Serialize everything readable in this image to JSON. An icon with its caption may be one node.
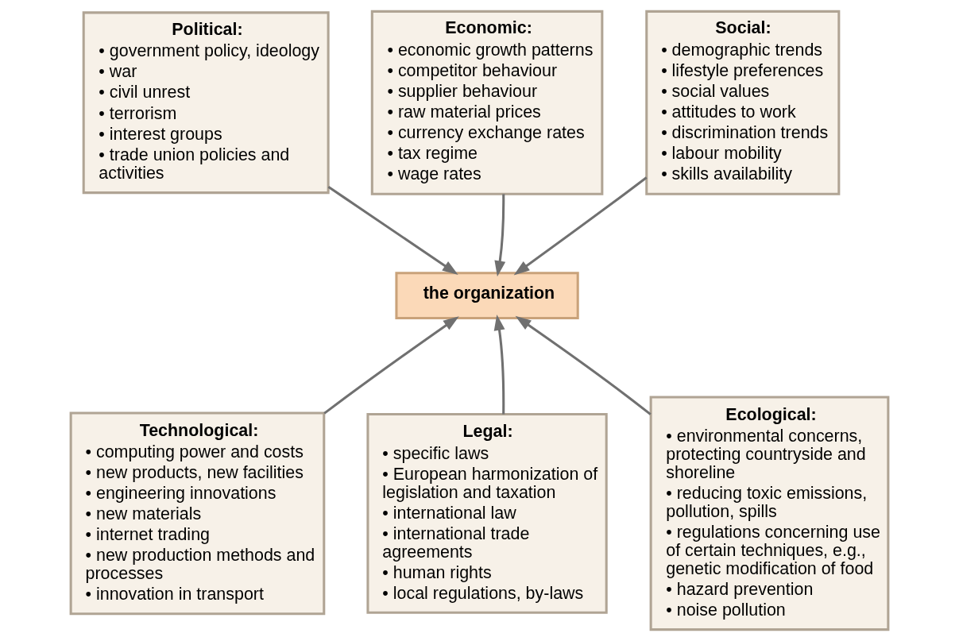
{
  "diagram": {
    "nodes": [
      {
        "text": [
          "Political:",
          "• government policy, ideology",
          "• war",
          "• civil unrest",
          "• terrorism",
          "• interest groups",
          "• trade union policies and activities"
        ]
      },
      {
        "text": [
          "Economic:",
          "• economic growth patterns",
          "• competitor behaviour",
          "• supplier behaviour",
          "• raw material prices",
          "• currency exchange rates",
          "• tax regime",
          "• wage rates"
        ]
      },
      {
        "text": [
          "Social:",
          "• demographic trends",
          "• lifestyle preferences",
          "• social values",
          "• attitudes to work",
          "• discrimination trends",
          "• labour mobility",
          "• skills availability"
        ]
      },
      {
        "text": [
          "the organization"
        ]
      },
      {
        "text": [
          "Technological:",
          "• computing power and costs",
          "• new products, new facilities",
          "• engineering innovations",
          "• new materials",
          "• internet trading",
          "• new production methods and processes",
          "• innovation in transport"
        ]
      },
      {
        "text": [
          "Legal:",
          "• specific laws",
          "• European harmonization of legislation and taxation",
          "• international law",
          "• international trade agreements",
          "• human rights",
          "• local regulations, by-laws"
        ]
      },
      {
        "text": [
          "Ecological:",
          "• environmental concerns, protecting countryside and shoreline",
          "• reducing toxic emissions, pollution, spills",
          "• regulations concerning use of certain techniques, e.g., genetic modification of food",
          "• hazard prevention",
          "• noise pollution"
        ]
      }
    ],
    "edges": [
      {
        "from": 0,
        "to": 3,
        "arrow": "to"
      },
      {
        "from": 1,
        "to": 3,
        "arrow": "to"
      },
      {
        "from": 2,
        "to": 3,
        "arrow": "to"
      },
      {
        "from": 4,
        "to": 3,
        "arrow": "to"
      },
      {
        "from": 5,
        "to": 3,
        "arrow": "to"
      },
      {
        "from": 6,
        "to": 3,
        "arrow": "to"
      }
    ]
  }
}
